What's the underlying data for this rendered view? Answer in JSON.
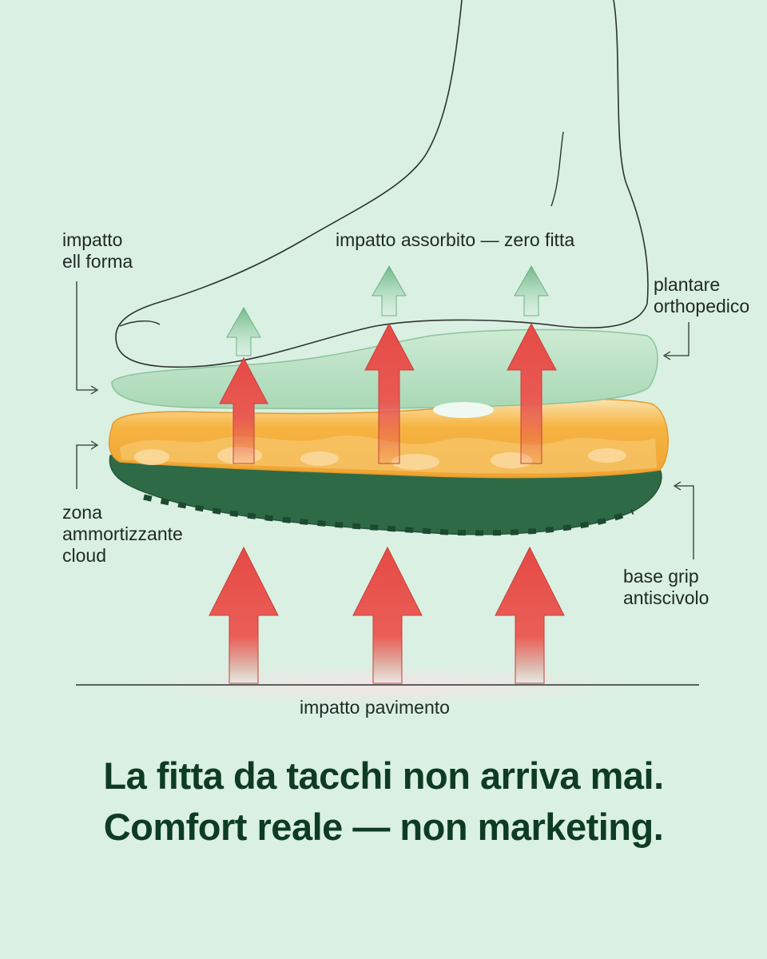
{
  "labels": {
    "heel_impact": "impatto\nell forma",
    "absorbed": "impatto assorbito — zero fitta",
    "insole": "plantare\northopedico",
    "cushion": "zona\nammortizzante\ncloud",
    "base": "base grip\nantiscivolo",
    "floor": "impatto pavimento"
  },
  "headline": {
    "line1": "La fitta da tacchi non arriva mai.",
    "line2": "Comfort reale — non marketing."
  },
  "colors": {
    "background": "#daf0e2",
    "insole": "#bfe3c8",
    "cushion": "#f5ad3c",
    "outsole": "#2f6a47",
    "arrow_red": "#e64a46",
    "arrow_green": "#7fc095",
    "headline": "#0e3b24"
  }
}
